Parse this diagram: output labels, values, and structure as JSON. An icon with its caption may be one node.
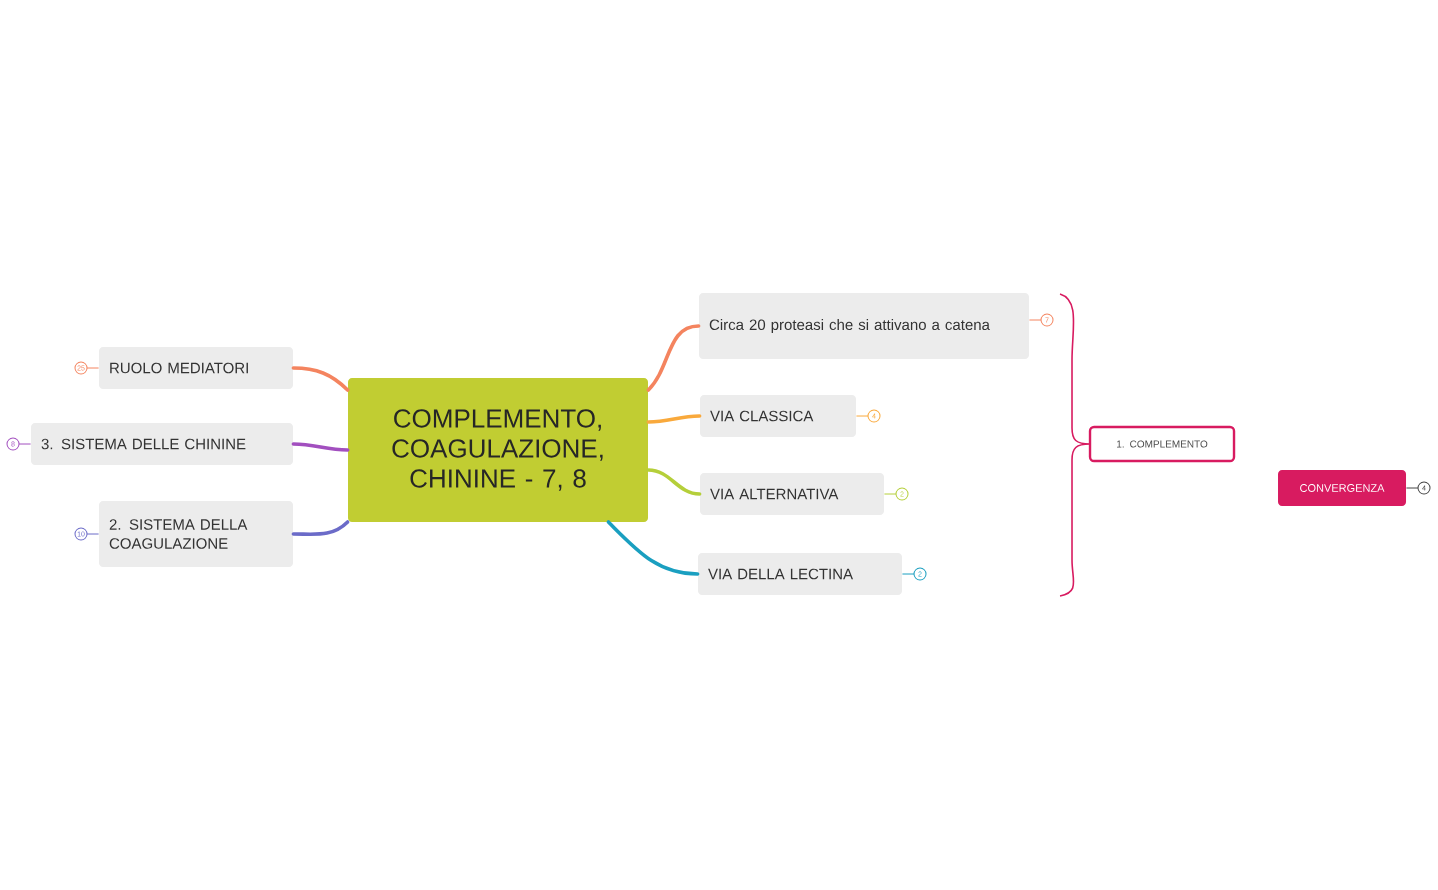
{
  "diagram": {
    "nodes": [
      {
        "text": [
          "COMPLEMENTO, COAGULAZIONE, CHININE - 7, 8"
        ]
      },
      {
        "text": [
          "Circa 20 proteasi che si attivano a catena"
        ],
        "beside": [
          "7"
        ]
      },
      {
        "text": [
          "VIA CLASSICA"
        ],
        "beside": [
          "4"
        ]
      },
      {
        "text": [
          "VIA ALTERNATIVA"
        ],
        "beside": [
          "2"
        ]
      },
      {
        "text": [
          "VIA DELLA LECTINA"
        ],
        "beside": [
          "2"
        ]
      },
      {
        "text": [
          "RUOLO MEDIATORI"
        ],
        "beside": [
          "25"
        ]
      },
      {
        "text": [
          "3. SISTEMA DELLE CHININE"
        ],
        "beside": [
          "8"
        ]
      },
      {
        "text": [
          "2. SISTEMA DELLA COAGULAZIONE"
        ],
        "beside": [
          "10"
        ]
      },
      {
        "text": [
          "1. COMPLEMENTO"
        ]
      },
      {
        "text": [
          "CONVERGENZA"
        ],
        "beside": [
          "4"
        ]
      }
    ],
    "edges": [
      {
        "from": 0,
        "to": 1,
        "arrow": "none",
        "color": "#f4845f"
      },
      {
        "from": 0,
        "to": 2,
        "arrow": "none",
        "color": "#f9a93c"
      },
      {
        "from": 0,
        "to": 3,
        "arrow": "none",
        "color": "#b5cf3a"
      },
      {
        "from": 0,
        "to": 4,
        "arrow": "none",
        "color": "#1a9fc0"
      },
      {
        "from": 0,
        "to": 5,
        "arrow": "none",
        "color": "#f4845f"
      },
      {
        "from": 0,
        "to": 6,
        "arrow": "none",
        "color": "#a24fbf"
      },
      {
        "from": 0,
        "to": 7,
        "arrow": "none",
        "color": "#6b6bc8"
      }
    ]
  }
}
